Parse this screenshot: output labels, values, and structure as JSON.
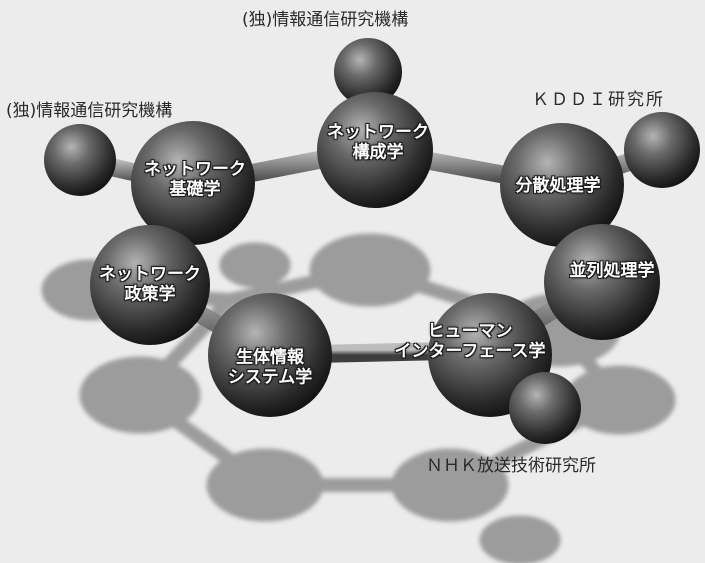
{
  "colors": {
    "background": "#ececec",
    "sphere_dark": "#1c1c1c",
    "sphere_light": "#a8a8a8",
    "shadow": "#8f8f8f",
    "label_text": "#ffffff"
  },
  "external_labels": {
    "top": "(独)情報通信研究機構",
    "left": "(独)情報通信研究機構",
    "right": "ＫＤＤＩ研究所",
    "bottom": "ＮＨＫ放送技術研究所"
  },
  "nodes": {
    "network_composition": {
      "line1": "ネットワーク",
      "line2": "構成学"
    },
    "network_basics": {
      "line1": "ネットワーク",
      "line2": "基礎学"
    },
    "distributed_processing": {
      "line1": "分散処理学"
    },
    "parallel_processing": {
      "line1": "並列処理学"
    },
    "network_policy": {
      "line1": "ネットワーク",
      "line2": "政策学"
    },
    "bioinformatics": {
      "line1": "生体情報",
      "line2": "システム学"
    },
    "human_interface": {
      "line1": "ヒューマン",
      "line2": "インターフェース学"
    }
  }
}
